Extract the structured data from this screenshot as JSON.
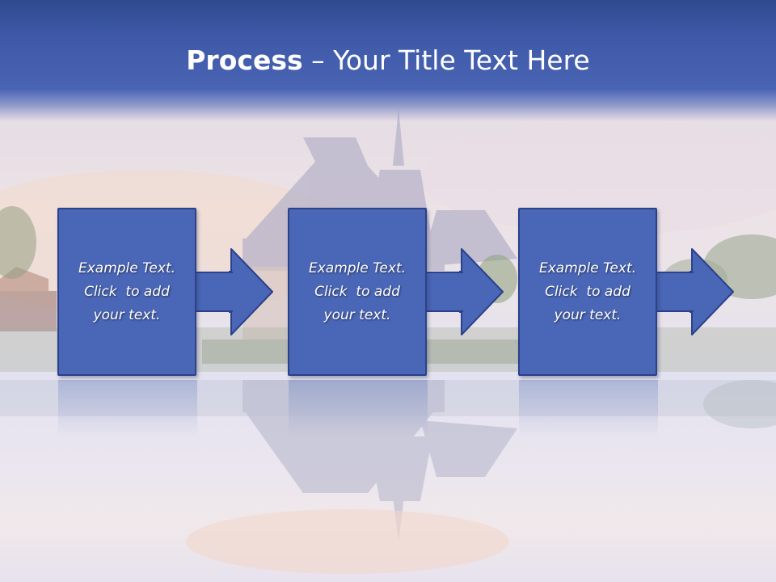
{
  "slide": {
    "title_strong": "Process",
    "title_rest": " – Your Title Text Here",
    "steps": [
      {
        "line1": "Example Text.",
        "line2": "Click  to add",
        "line3": "your text."
      },
      {
        "line1": "Example Text.",
        "line2": "Click  to add",
        "line3": "your text."
      },
      {
        "line1": "Example Text.",
        "line2": "Click  to add",
        "line3": "your text."
      }
    ]
  },
  "colors": {
    "title_bar": "#3d58a6",
    "box_fill": "#4a66b6",
    "box_border": "#2b418a",
    "text": "#ffffff"
  }
}
